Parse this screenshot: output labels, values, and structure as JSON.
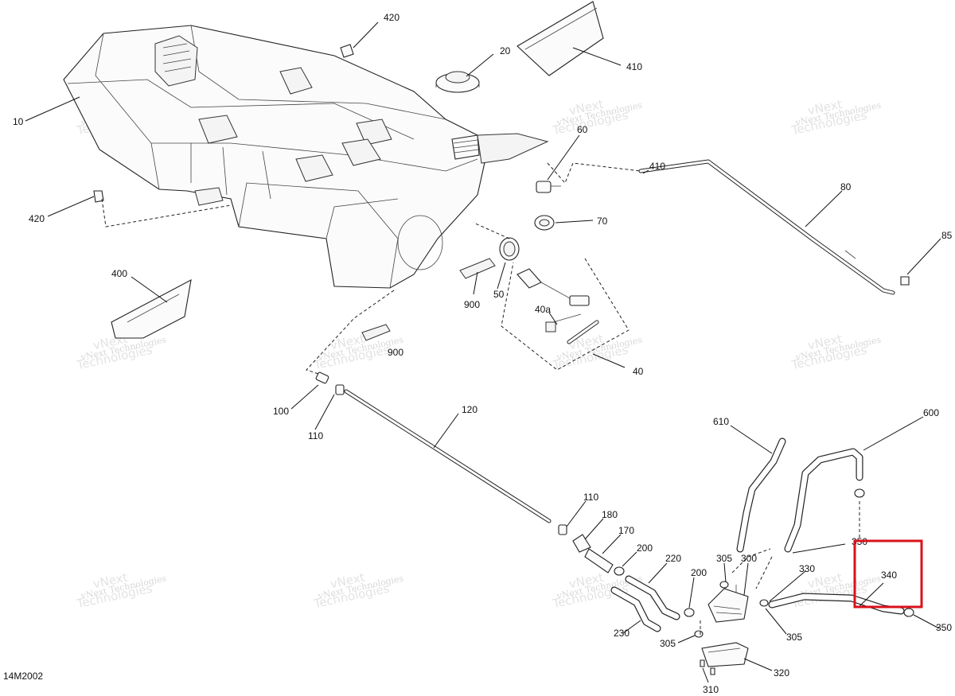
{
  "diagram": {
    "code": "14M2002",
    "highlight_color": "#d9121a",
    "watermark": {
      "small": "vNext Technologies",
      "big1": "vNext",
      "big2": "Technologies"
    },
    "callouts": {
      "c420a": "420",
      "c20": "20",
      "c410a": "410",
      "c10": "10",
      "c60": "60",
      "c410b": "410",
      "c80": "80",
      "c85": "85",
      "c420b": "420",
      "c70": "70",
      "c400": "400",
      "c900a": "900",
      "c50": "50",
      "c40a": "40a",
      "c900b": "900",
      "c40": "40",
      "c100": "100",
      "c110a": "110",
      "c120": "120",
      "c610": "610",
      "c600": "600",
      "c110b": "110",
      "c180": "180",
      "c170": "170",
      "c200a": "200",
      "c220": "220",
      "c200b": "200",
      "c305a": "305",
      "c300": "300",
      "c330": "330",
      "c350a": "350",
      "c340": "340",
      "c350b": "350",
      "c230": "230",
      "c305b": "305",
      "c305c": "305",
      "c320": "320",
      "c310": "310"
    }
  }
}
